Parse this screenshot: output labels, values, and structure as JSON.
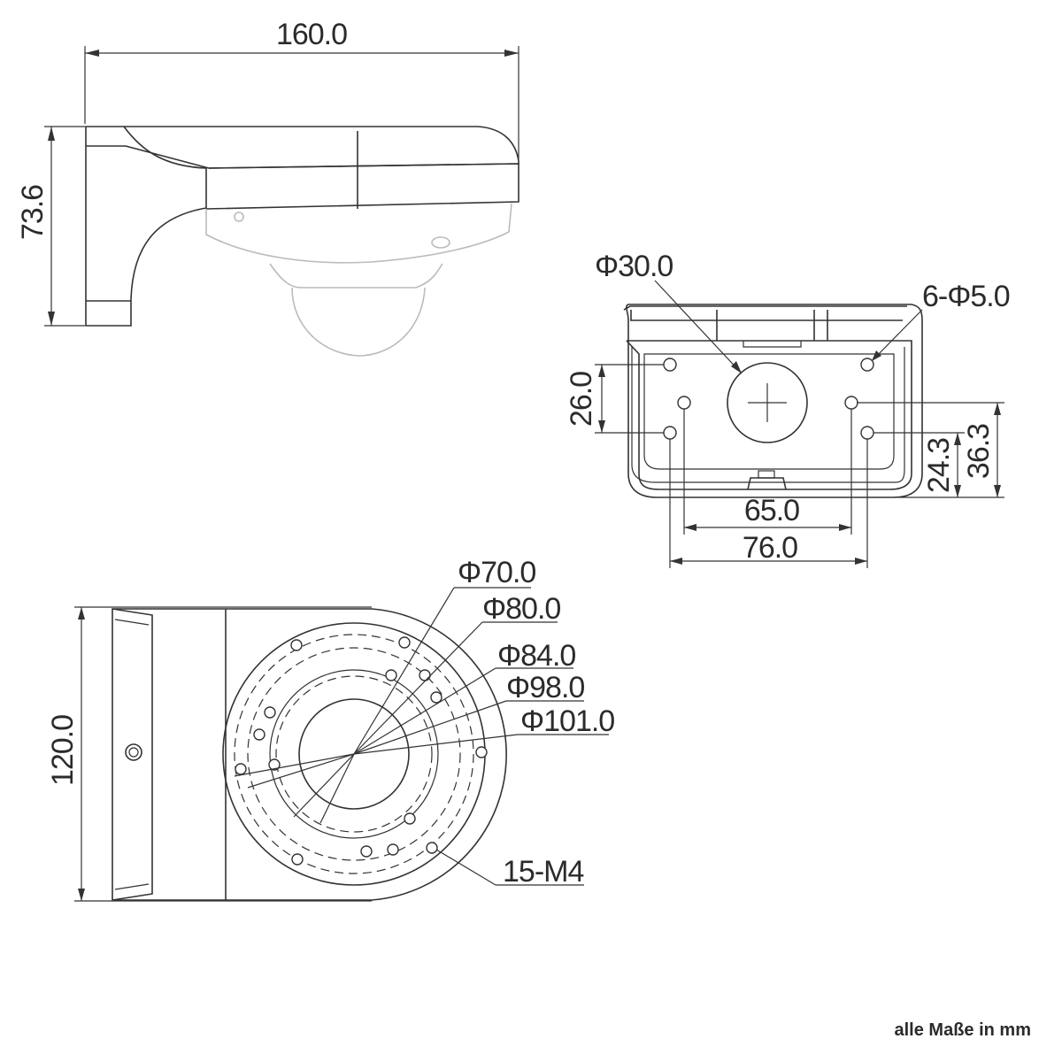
{
  "side_view": {
    "width_label": "160.0",
    "height_label": "73.6"
  },
  "back_view": {
    "center_hole_label": "Φ30.0",
    "screw_holes_label": "6-Φ5.0",
    "vertical_spacing_label": "26.0",
    "height_small_label": "24.3",
    "height_large_label": "36.3",
    "inner_width_label": "65.0",
    "outer_width_label": "76.0"
  },
  "top_view": {
    "diameter_labels": [
      "Φ70.0",
      "Φ80.0",
      "Φ84.0",
      "Φ98.0",
      "Φ101.0"
    ],
    "depth_label": "120.0",
    "thread_label": "15-M4"
  },
  "footer": {
    "units_note": "alle Maße in mm"
  }
}
